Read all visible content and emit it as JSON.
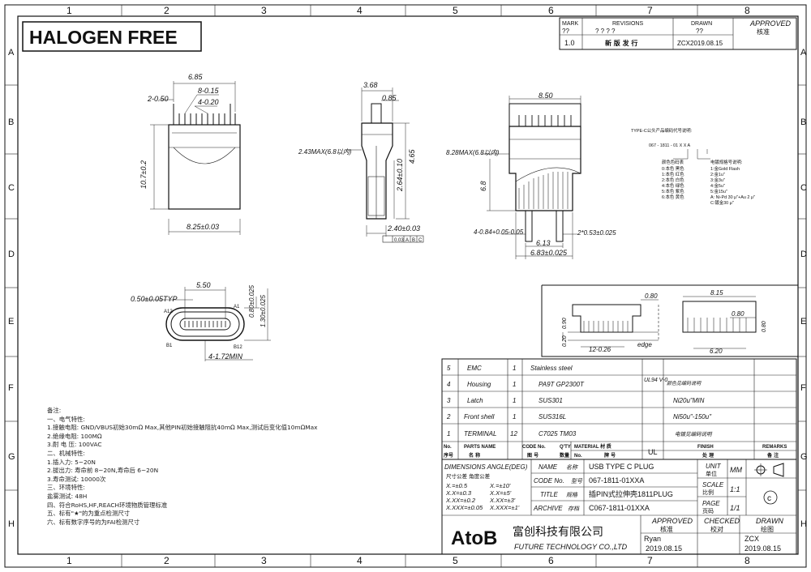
{
  "banner": "HALOGEN FREE",
  "grid": {
    "cols": [
      "1",
      "2",
      "3",
      "4",
      "5",
      "6",
      "7",
      "8"
    ],
    "rows": [
      "A",
      "B",
      "C",
      "D",
      "E",
      "F",
      "G",
      "H"
    ]
  },
  "revision_block": {
    "headers": {
      "mark": "MARK",
      "mark_val": "??",
      "revisions": "REVISIONS",
      "revisions_val": "?  ?  ?  ?",
      "drawn": "DRAWN",
      "drawn_val": "??",
      "approved": "APPROVED",
      "approved_cn": "核准"
    },
    "row": {
      "mark": "1.0",
      "revision": "新 版 发 行",
      "drawn": "ZCX2019.08.15"
    }
  },
  "dimensions": {
    "front": [
      "6.85",
      "8-0.15",
      "4-0.20",
      "2-0.50",
      "10.7±0.2",
      "8.25±0.03"
    ],
    "side": [
      "3.68",
      "0.85",
      "2.43MAX(6.8以内)",
      "4.65",
      "2.64±0.10",
      "2.40±0.03",
      "0.03",
      "A",
      "B",
      "C"
    ],
    "right": [
      "8.50",
      "8.28MAX(6.8以内)",
      "6.8",
      "4-0.84+0.05-0.05",
      "2*0.53±0.025",
      "6.13",
      "6.83±0.025"
    ],
    "bottom_view": [
      "0.50±0.05TYP",
      "5.50",
      "A12",
      "A1",
      "B1",
      "B12",
      "0.80±0.025",
      "1.30±0.025",
      "4-1.72MIN"
    ],
    "pcb": [
      "0.80",
      "8.15",
      "0.80",
      "0.20",
      "0.90",
      "12-0.26",
      "edge",
      "6.20",
      "0.80"
    ]
  },
  "code_note": {
    "title": "TYPE-C公头产品编码代号说明:",
    "code": "067 - 1811 - 01 X   X   A",
    "left_head": "颜色色码表",
    "left": [
      "0:本色 黑色",
      "1:本色 红色",
      "2:本色 白色",
      "4:本色 绿色",
      "5:本色 紫色",
      "6:本色 黄色"
    ],
    "right_head": "电镀规格号说明:",
    "right": [
      "1:金Gold Flash",
      "2:金1u\"",
      "3:金3u\"",
      "4:金5u\"",
      "5:金15u\"",
      "A: Ni-Pd 30 μ\"+Au 2 μ\"",
      "C:镀金30 μ\""
    ]
  },
  "bom": {
    "rows": [
      {
        "no": "5",
        "name": "EMC",
        "qty": "1",
        "material": "Stainless steel",
        "finish": ""
      },
      {
        "no": "4",
        "name": "Housing",
        "qty": "1",
        "material": "PA9T GP2300T",
        "material2": "UL94 V-0",
        "finish": "颜色见编码说明"
      },
      {
        "no": "3",
        "name": "Latch",
        "qty": "1",
        "material": "SUS301",
        "finish": "Ni20u\"MIN"
      },
      {
        "no": "2",
        "name": "Front shell",
        "qty": "1",
        "material": "SUS316L",
        "finish": "Ni50u\"-150u\""
      },
      {
        "no": "1",
        "name": "TERMINAL",
        "qty": "12",
        "material": "C7025 TM03",
        "finish": "电镀见编码说明"
      }
    ],
    "header": {
      "no": "No.",
      "no_cn": "序号",
      "parts": "PARTS NAME",
      "parts_cn": "名 称",
      "code": "CODE No.",
      "code_cn": "图 号",
      "qty": "Q'TY",
      "qty_cn": "数量",
      "material": "MATERIAL 材 质",
      "material_no": "No.",
      "material_cn": "牌 号",
      "ul": "UL",
      "finish": "FINISH",
      "finish_cn": "处 理",
      "remarks": "REMARKS",
      "remarks_cn": "备 注"
    }
  },
  "title_block": {
    "tolerances_head": "DIMENSIONS ANGLE(DEG)",
    "tolerances_cn": "尺寸公差      角度公差",
    "tolerances": [
      "X.=±0.5",
      "X.X=±0.3",
      "X.XX=±0.2",
      "X.XXX=±0.05",
      "X.=±10'",
      "X.X=±5'",
      "X.XX=±3'",
      "X.XXX=±1'"
    ],
    "fields": [
      {
        "label": "NAME",
        "label_cn": "名称",
        "value": "USB TYPE C PLUG"
      },
      {
        "label": "CODE No.",
        "label_cn": "型号",
        "value": "067-1811-01XXA"
      },
      {
        "label": "TITLE",
        "label_cn": "规格",
        "value": "插PIN式拉伸壳1811PLUG"
      },
      {
        "label": "ARCHIVE",
        "label_cn": "存档",
        "value": "C067-1811-01XXA"
      }
    ],
    "unit": "UNIT",
    "unit_cn": "单位",
    "unit_val": "MM",
    "scale": "SCALE",
    "scale_cn": "比例",
    "scale_val": "1:1",
    "page": "PAGE",
    "page_cn": "页码",
    "page_val": "1/1",
    "company_logo": "AtoB",
    "company_cn": "富创科技有限公司",
    "company_en": "FUTURE TECHNOLOGY CO.,LTD",
    "approved": "APPROVED",
    "approved_cn": "核准",
    "approved_name": "Ryan",
    "approved_date": "2019.08.15",
    "checked": "CHECKED",
    "checked_cn": "校对",
    "drawn": "DRAWN",
    "drawn_cn": "绘图",
    "drawn_name": "ZCX",
    "drawn_date": "2019.08.15"
  },
  "notes": {
    "head": "备注:",
    "lines": [
      "一、电气特性:",
      "1.接触电阻: GND/VBUS初始30mΩ Max,其他PIN初始接触阻抗40mΩ Max,测试后变化值10mΩMax",
      "2.绝缘电阻: 100MΩ",
      "3.耐 电 压: 100VAC",
      "二、机械特性:",
      "1.插入力: 5~20N",
      "2.拔出力: 寿命前 8~20N,寿命后 6~20N",
      "3.寿命测试: 10000次",
      "三、环境特性:",
      "   盐雾测试: 48H",
      "四、符合RoHS,HF,REACH环境物质管理标准",
      "五、标有\"★\"的为重点检测尺寸",
      "六、标有数字序号的为FAI检测尺寸"
    ]
  }
}
